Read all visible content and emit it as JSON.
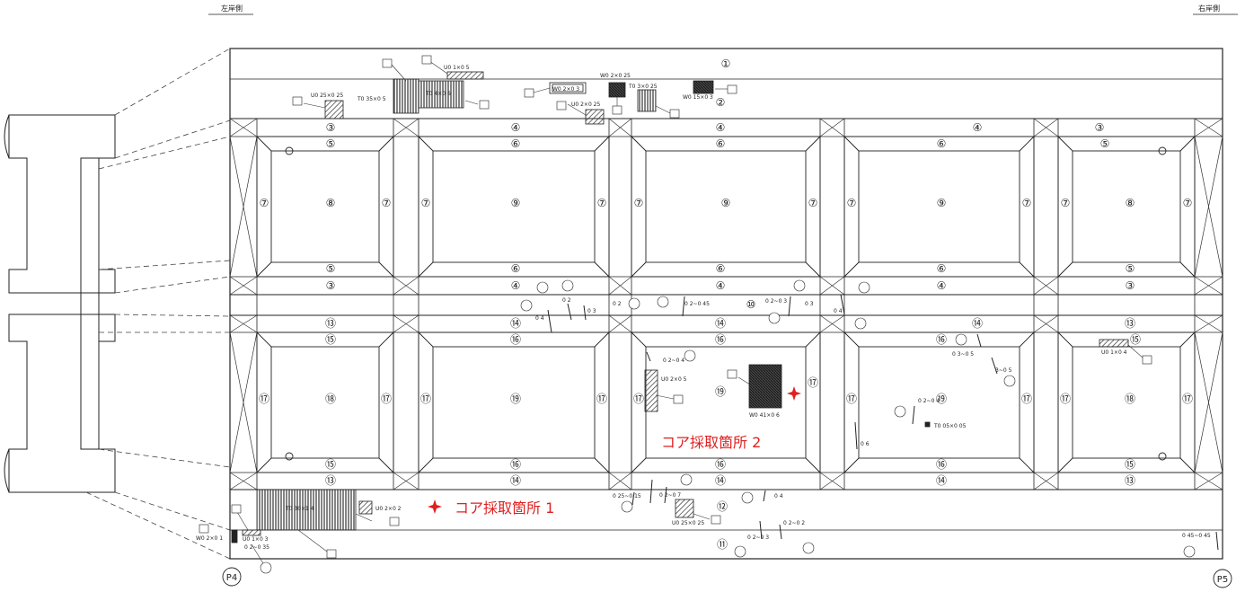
{
  "header": {
    "left_side": "左岸側",
    "right_side": "右岸側"
  },
  "piers": {
    "left": "P4",
    "right": "P5"
  },
  "core_labels": [
    "コア採取箇所 1",
    "コア採取箇所 2"
  ],
  "colors": {
    "line": "#222222",
    "accent": "#e02020",
    "hatch": "#444444"
  },
  "numbers": {
    "n1": "①",
    "n2": "②",
    "n3": "③",
    "n4": "④",
    "n5": "⑤",
    "n6": "⑥",
    "n7": "⑦",
    "n8": "⑧",
    "n9": "⑨",
    "n10": "⑩",
    "n11": "⑪",
    "n12": "⑫",
    "n13": "⑬",
    "n14": "⑭",
    "n15": "⑮",
    "n16": "⑯",
    "n17": "⑰",
    "n18": "⑱",
    "n19": "⑲"
  },
  "annotations": {
    "a1": "U0 25×0 25",
    "a2": "T0 35×0 5",
    "a3": "T0 4×0 6",
    "a4": "U0 1×0 5",
    "a5": "W0 2×0 3",
    "a6": "W0 2×0 25",
    "a7": "U0 2×0 25",
    "a8": "T0 3×0 25",
    "a9": "W0 15×0 3",
    "a10": "U0 2×0 5",
    "a11": "W0 41×0 6",
    "a12": "U0 1×0 4",
    "a13": "T0 05×0 05",
    "a14": "T0 30×1 4",
    "a15": "U0 2×0 2",
    "a16": "U0 25×0 25",
    "a17": "W0 2×0 1",
    "a18": "U0 1×0 3",
    "a19": "0 2~0 35",
    "c1": "0 4",
    "c2": "0 2",
    "c3": "0 3",
    "c4": "0 2~0 45",
    "c5": "0 2~0 3",
    "c6": "0 3",
    "c7": "0 4",
    "c8": "0 2~0 4",
    "c9": "0 3~0 5",
    "c10": "0 2~0 4",
    "c11": "0 6",
    "c12": "0 25~0 15",
    "c13": "0 2~0 7",
    "c14": "0 2~0 3",
    "c15": "0 2~0 2",
    "c16": "0 45~0 45",
    "c17": "0 4",
    "c18": "3~0 5",
    "c19": "0 2"
  }
}
